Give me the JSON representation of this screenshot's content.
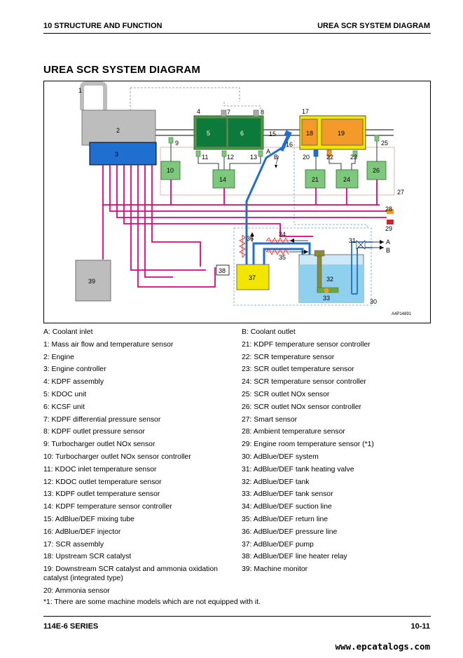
{
  "header": {
    "section": "10 STRUCTURE AND FUNCTION",
    "running_title": "UREA SCR SYSTEM DIAGRAM"
  },
  "page_title": "UREA SCR SYSTEM DIAGRAM",
  "diagram": {
    "code": "A4P14891",
    "labels": {
      "n1": "1",
      "n2": "2",
      "n3": "3",
      "n4": "4",
      "n5": "5",
      "n6": "6",
      "n7": "7",
      "n8": "8",
      "n9": "9",
      "n10": "10",
      "n11": "11",
      "n12": "12",
      "n13": "13",
      "n14": "14",
      "n15": "15",
      "n16": "16",
      "n17": "17",
      "n18": "18",
      "n19": "19",
      "n20": "20",
      "n21": "21",
      "n22": "22",
      "n23": "23",
      "n24": "24",
      "n25": "25",
      "n26": "26",
      "n27": "27",
      "n28": "28",
      "n29": "29",
      "n30": "30",
      "n31": "31",
      "n32": "32",
      "n33": "33",
      "n34": "34",
      "n35": "35",
      "n36": "36",
      "n37": "37",
      "n38": "38",
      "n39": "39",
      "a": "A",
      "b": "B",
      "a2": "A",
      "b2": "B"
    },
    "colors": {
      "pink": "#e0007a",
      "blue": "#1f6fd0",
      "green": "#3ca33c",
      "yellow": "#f2e600",
      "orange": "#f39a2a",
      "gray": "#bfbfbf"
    }
  },
  "legend": {
    "left": [
      "A: Coolant inlet",
      "1: Mass air flow and temperature sensor",
      "2: Engine",
      "3: Engine controller",
      "4: KDPF assembly",
      "5: KDOC unit",
      "6: KCSF unit",
      "7: KDPF differential pressure sensor",
      "8: KDPF outlet pressure sensor",
      "9: Turbocharger outlet NOx sensor",
      "10: Turbocharger outlet NOx sensor controller",
      "11: KDOC inlet temperature sensor",
      "12: KDOC outlet temperature sensor",
      "13: KDPF outlet temperature sensor",
      "14: KDPF temperature sensor controller",
      "15: AdBlue/DEF mixing tube",
      "16: AdBlue/DEF injector",
      "17: SCR assembly",
      "18: Upstream SCR catalyst",
      "19: Downstream SCR catalyst and ammonia oxidation catalyst (integrated type)",
      "20: Ammonia sensor"
    ],
    "right": [
      "B: Coolant outlet",
      "21: KDPF temperature sensor controller",
      "22: SCR temperature sensor",
      "23: SCR outlet temperature sensor",
      "24: SCR temperature sensor controller",
      "25: SCR outlet NOx sensor",
      "26: SCR outlet NOx sensor controller",
      "27: Smart sensor",
      "28: Ambient temperature sensor",
      "29: Engine room temperature sensor (*1)",
      "30: AdBlue/DEF system",
      "31: AdBlue/DEF tank heating valve",
      "32: AdBlue/DEF tank",
      "33: AdBlue/DEF tank sensor",
      "34: AdBlue/DEF suction line",
      "35: AdBlue/DEF return line",
      "36: AdBlue/DEF pressure line",
      "37: AdBlue/DEF pump",
      "38: AdBlue/DEF line heater relay",
      "39: Machine monitor"
    ],
    "note": "*1: There are some machine models which are not equipped with it."
  },
  "footer": {
    "series": "114E-6 SERIES",
    "page": "10-11",
    "watermark": "www.epcatalogs.com"
  }
}
